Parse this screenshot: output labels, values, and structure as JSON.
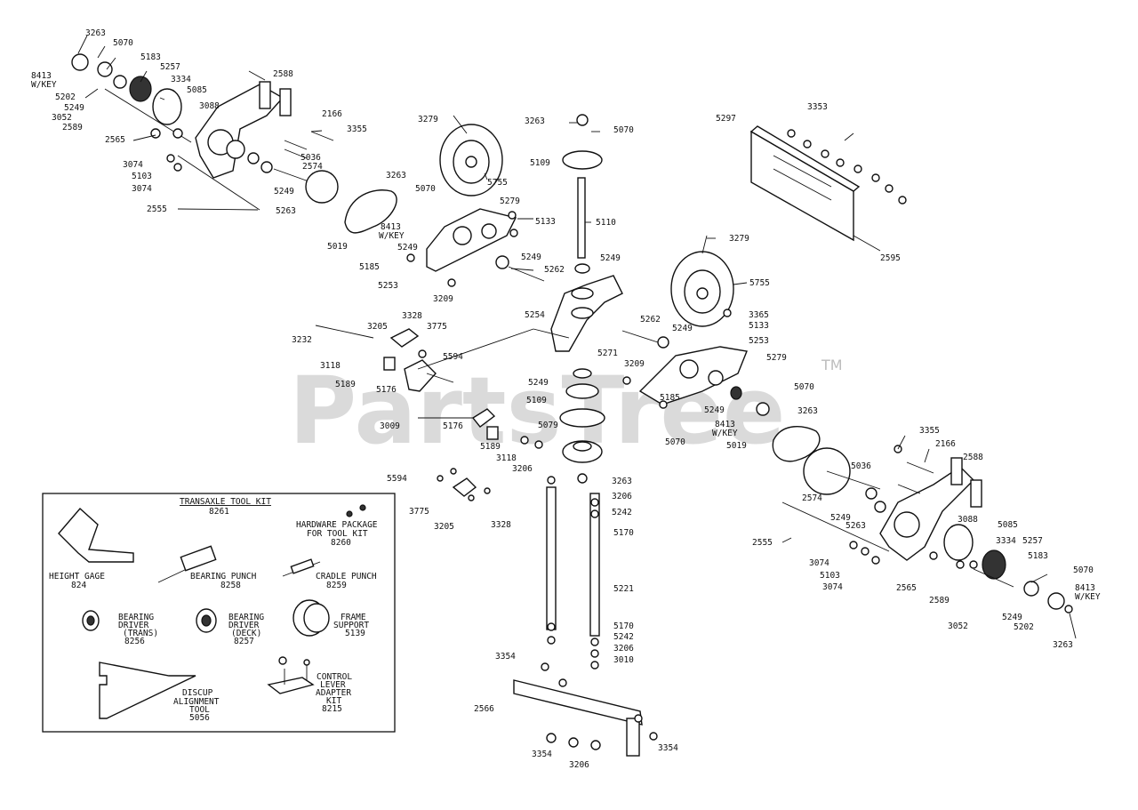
{
  "watermark": {
    "text": "PartsTree",
    "tm": "TM"
  },
  "callouts": {
    "c1": "3263",
    "c2": "5070",
    "c3": "5183",
    "c4": "5257",
    "c5": "8413",
    "c6": "W/KEY",
    "c7": "3334",
    "c8": "5202",
    "c9": "5085",
    "c10": "5249",
    "c11": "3088",
    "c12": "3052",
    "c13": "2589",
    "c14": "2565",
    "c15": "2588",
    "c16": "2166",
    "c17": "3355",
    "c18": "5036",
    "c19": "2574",
    "c20": "3074",
    "c21": "5103",
    "c22": "3074",
    "c23": "5249",
    "c24": "2555",
    "c25": "5263",
    "c26": "3279",
    "c27": "5755",
    "c28": "3263",
    "c29": "5070",
    "c30": "8413",
    "c31": "W/KEY",
    "c32": "5249",
    "c33": "5019",
    "c34": "5279",
    "c35": "5133",
    "c36": "5249",
    "c37": "5185",
    "c38": "5262",
    "c39": "5253",
    "c40": "3209",
    "c41": "3263",
    "c42": "5070",
    "c43": "5109",
    "c44": "5110",
    "c45": "5249",
    "c46": "5297",
    "c47": "3353",
    "c48": "2595",
    "c49": "3279",
    "c50": "5755",
    "c51": "3365",
    "c52": "5133",
    "c53": "5262",
    "c54": "5249",
    "c55": "5253",
    "c56": "5254",
    "c57": "3328",
    "c58": "3205",
    "c59": "3775",
    "c60": "3232",
    "c61": "5594",
    "c62": "3118",
    "c63": "5189",
    "c64": "5176",
    "c65": "3009",
    "c66": "5271",
    "c67": "3209",
    "c68": "5279",
    "c69": "5249",
    "c70": "5109",
    "c71": "5070",
    "c72": "5185",
    "c73": "5249",
    "c74": "8413",
    "c75": "W/KEY",
    "c76": "3263",
    "c77": "5176",
    "c78": "5079",
    "c79": "5070",
    "c80": "5019",
    "c81": "5189",
    "c82": "3118",
    "c83": "3206",
    "c84": "3263",
    "c85": "5594",
    "c86": "3775",
    "c87": "3205",
    "c88": "3328",
    "c89": "3206",
    "c90": "5242",
    "c91": "5170",
    "c92": "5221",
    "c93": "5170",
    "c94": "5242",
    "c95": "3206",
    "c96": "3010",
    "c97": "3354",
    "c98": "2566",
    "c99": "3354",
    "c100": "3206",
    "c101": "3354",
    "c102": "3355",
    "c103": "2166",
    "c104": "2588",
    "c105": "5036",
    "c106": "2574",
    "c107": "5249",
    "c108": "5263",
    "c109": "2555",
    "c110": "3088",
    "c111": "5085",
    "c112": "3074",
    "c113": "5103",
    "c114": "3074",
    "c115": "2565",
    "c116": "2589",
    "c117": "3334",
    "c118": "5257",
    "c119": "5183",
    "c120": "5070",
    "c121": "8413",
    "c122": "W/KEY",
    "c123": "5249",
    "c124": "5202",
    "c125": "3052",
    "c126": "3263"
  },
  "tool_kit": {
    "title": "TRANSAXLE TOOL KIT",
    "number": "8261",
    "items": [
      {
        "name": "HEIGHT GAGE",
        "num": "824"
      },
      {
        "name": "BEARING PUNCH",
        "num": "8258"
      },
      {
        "name": "CRADLE PUNCH",
        "num": "8259"
      },
      {
        "name": "HARDWARE PACKAGE",
        "name2": "FOR TOOL KIT",
        "num": "8260"
      },
      {
        "name": "BEARING",
        "name2": "DRIVER",
        "name3": "(TRANS)",
        "num": "8256"
      },
      {
        "name": "BEARING",
        "name2": "DRIVER",
        "name3": "(DECK)",
        "num": "8257"
      },
      {
        "name": "FRAME",
        "name2": "SUPPORT",
        "num": "5139"
      },
      {
        "name": "DISCUP",
        "name2": "ALIGNMENT",
        "name3": "TOOL",
        "num": "5056"
      },
      {
        "name": "CONTROL",
        "name2": "LEVER",
        "name3": "ADAPTER",
        "name4": "KIT",
        "num": "8215"
      }
    ]
  }
}
